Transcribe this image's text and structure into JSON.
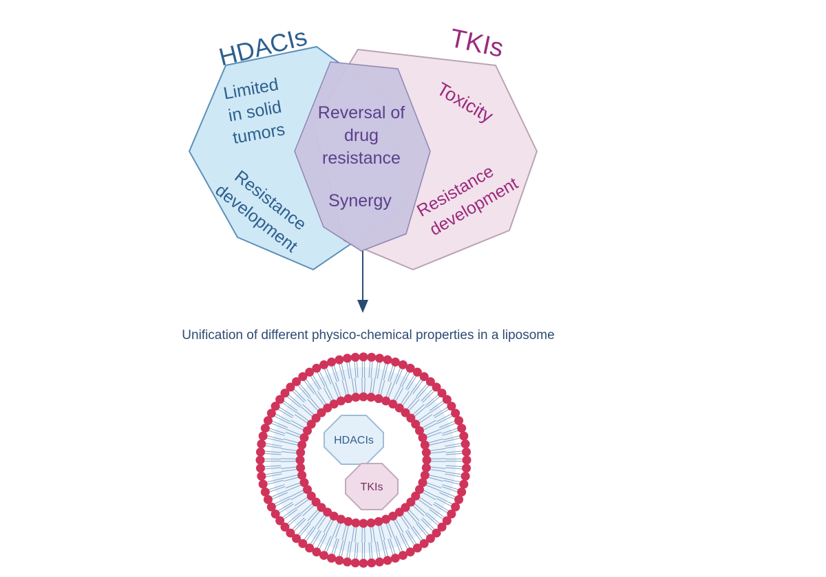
{
  "venn": {
    "left_title": "HDACIs",
    "right_title": "TKIs",
    "left_items": [
      {
        "lines": [
          "Limited",
          "in solid",
          "tumors"
        ]
      },
      {
        "lines": [
          "Resistance",
          "development"
        ]
      }
    ],
    "center_items": [
      {
        "lines": [
          "Reversal of",
          "drug",
          "resistance"
        ]
      },
      {
        "lines": [
          "Synergy"
        ]
      }
    ],
    "right_items": [
      {
        "lines": [
          "Toxicity"
        ]
      },
      {
        "lines": [
          "Resistance",
          "development"
        ]
      }
    ]
  },
  "caption": "Unification of different physico-chemical properties in a liposome",
  "liposome": {
    "left_drug": "HDACIs",
    "right_drug": "TKIs"
  },
  "colors": {
    "hdaci_fill": "#cfe8f5",
    "hdaci_stroke": "#5b90b8",
    "hdaci_text": "#2d5f8e",
    "tki_fill": "#f0dde8",
    "tki_stroke": "#b9a3b2",
    "tki_text": "#9b2a7e",
    "overlap_fill": "#c9c4e0",
    "overlap_text": "#5a3f8c",
    "arrow": "#2c4a73",
    "caption": "#2c4a73",
    "lipid_head": "#d0345a",
    "lipid_tail": "#7fa3c8"
  }
}
